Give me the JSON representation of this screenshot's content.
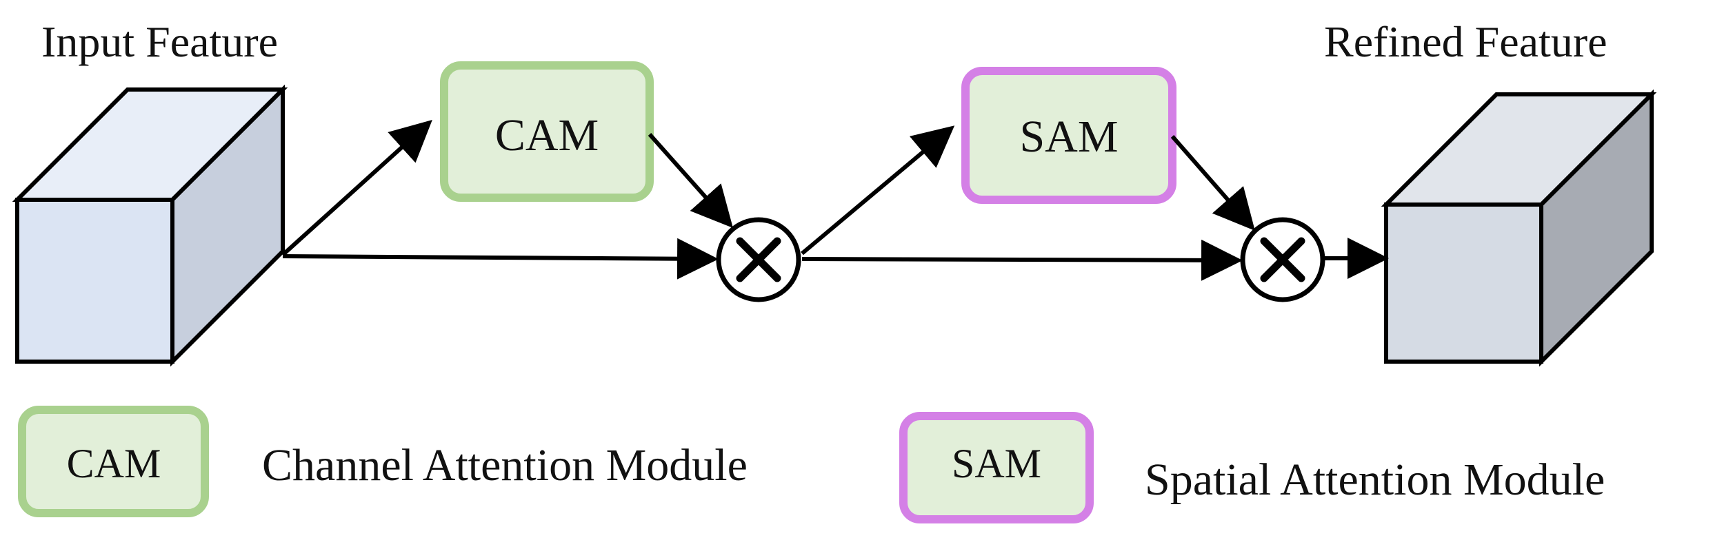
{
  "labels": {
    "input_feature": "Input Feature",
    "refined_feature": "Refined Feature"
  },
  "modules": {
    "cam": {
      "label": "CAM",
      "fill": "#e2efd9",
      "border": "#a9d18e"
    },
    "sam": {
      "label": "SAM",
      "fill": "#e2efd9",
      "border": "#d480e6"
    }
  },
  "legend": {
    "cam": {
      "label": "CAM",
      "description": "Channel Attention Module"
    },
    "sam": {
      "label": "SAM",
      "description": "Spatial Attention Module"
    }
  },
  "operators": {
    "multiply": "⊗"
  },
  "colors": {
    "input_cube_front": "#dbe4f3",
    "input_cube_top": "#e8eef8",
    "input_cube_side": "#c7cfdd",
    "refined_cube_front": "#d5dbe4",
    "refined_cube_top": "#e1e5eb",
    "refined_cube_side": "#a7abb3"
  }
}
